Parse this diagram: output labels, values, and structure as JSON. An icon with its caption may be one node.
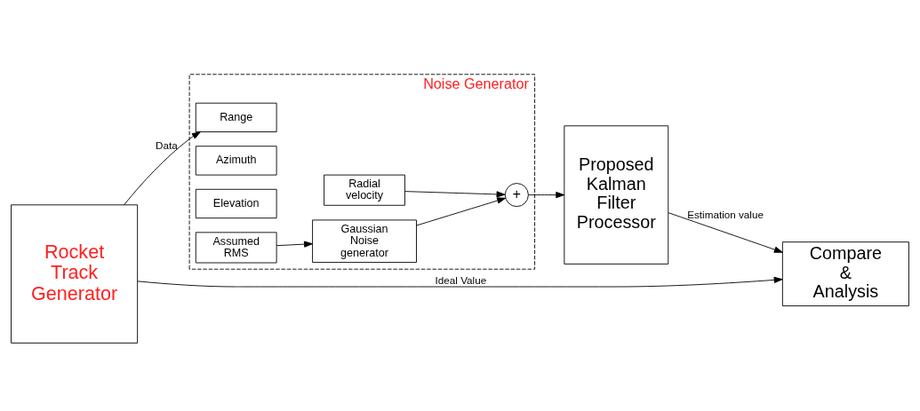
{
  "diagram": {
    "nodes": [
      {
        "text": [
          "Rocket Track Generator"
        ]
      },
      {
        "text": [
          "Noise Generator"
        ]
      },
      {
        "text": [
          "Range"
        ],
        "in": 1
      },
      {
        "text": [
          "Radial velocity"
        ],
        "in": 1
      },
      {
        "text": [
          "Azimuth"
        ],
        "in": 1
      },
      {
        "text": [
          "Elevation"
        ],
        "in": 1
      },
      {
        "text": [
          "+"
        ],
        "in": 1
      },
      {
        "text": [
          "Assumed RMS"
        ],
        "in": 1
      },
      {
        "text": [
          "Gaussian Noise generator"
        ],
        "in": 1
      },
      {
        "text": [
          "Proposed Kalman Filter Processor"
        ]
      },
      {
        "text": [
          "Compare & Analysis"
        ]
      }
    ],
    "edges": [
      {
        "from": 0,
        "to": 2,
        "arrow": "to",
        "label": "Data"
      },
      {
        "from": 3,
        "to": 6,
        "arrow": "to"
      },
      {
        "from": 7,
        "to": 8,
        "arrow": "to"
      },
      {
        "from": 8,
        "to": 6,
        "arrow": "to"
      },
      {
        "from": 6,
        "to": 9,
        "arrow": "to"
      },
      {
        "from": 0,
        "to": 10,
        "arrow": "to",
        "label": "Ideal Value"
      },
      {
        "from": 9,
        "to": 10,
        "arrow": "to",
        "label": "Estimation value"
      }
    ]
  }
}
